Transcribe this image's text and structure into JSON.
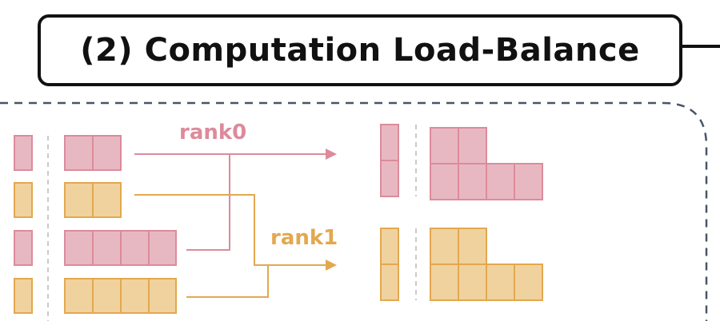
{
  "title": "(2) Computation Load-Balance",
  "labels": {
    "rank0": "rank0",
    "rank1": "rank1"
  },
  "colors": {
    "pink_fill": "#e8b8c2",
    "pink_stroke": "#dc8b9b",
    "orange_fill": "#f0d29e",
    "orange_stroke": "#e3a84f",
    "frame": "#4a5468",
    "divider": "#b8b8b8",
    "title_border": "#111111"
  }
}
